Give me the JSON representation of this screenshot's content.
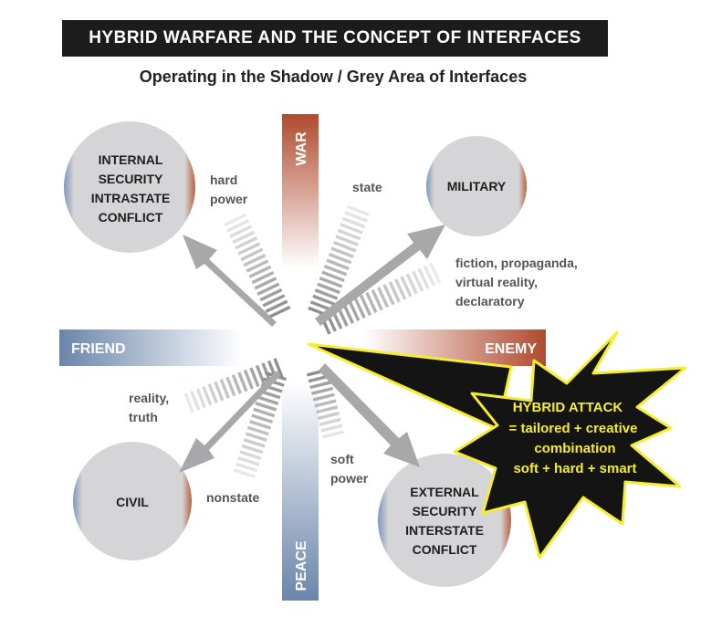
{
  "title": "HYBRID WARFARE AND THE CONCEPT OF INTERFACES",
  "subtitle": "Operating in the Shadow / Grey Area of Interfaces",
  "axes": {
    "top": "WAR",
    "bottom": "PEACE",
    "left": "FRIEND",
    "right": "ENEMY"
  },
  "circles": {
    "top_left": [
      "INTERNAL",
      "SECURITY",
      "INTRASTATE",
      "CONFLICT"
    ],
    "top_right": [
      "MILITARY"
    ],
    "bottom_left": [
      "CIVIL"
    ],
    "bottom_right": [
      "EXTERNAL",
      "SECURITY",
      "INTERSTATE",
      "CONFLICT"
    ]
  },
  "labels": {
    "hard_power": [
      "hard",
      "power"
    ],
    "state": [
      "state"
    ],
    "fiction": [
      "fiction, propaganda,",
      "virtual reality,",
      "declaratory"
    ],
    "reality": [
      "reality,",
      "truth"
    ],
    "nonstate": [
      "nonstate"
    ],
    "soft_power": [
      "soft",
      "power"
    ]
  },
  "hybrid_attack": {
    "heading": "HYBRID ATTACK",
    "lines": [
      "= tailored + creative",
      "combination",
      "soft + hard + smart"
    ]
  },
  "colors": {
    "war_red": "#b5553a",
    "peace_blue": "#6f89ad",
    "arrow_grey": "#a8a8aa",
    "circle_grey": "#d3d3d5",
    "star_yellow": "#f6ee2c",
    "star_black": "#141414"
  }
}
